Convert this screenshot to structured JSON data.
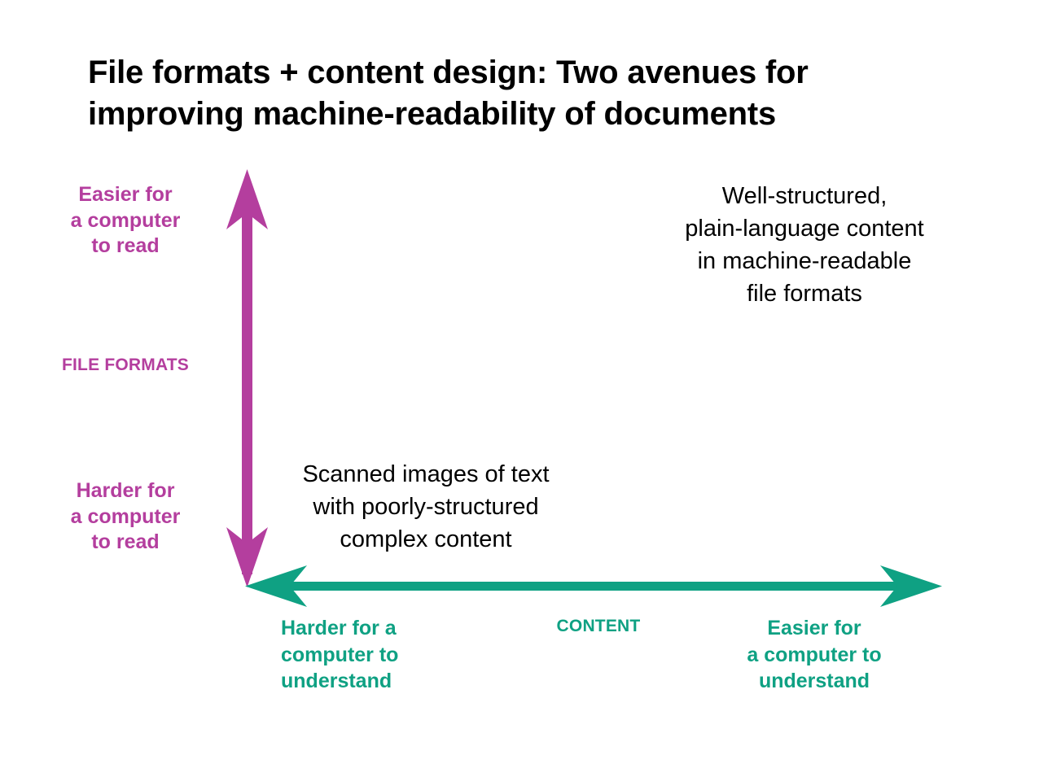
{
  "title": {
    "line1": "File formats + content design: Two avenues for",
    "line2": "improving machine-readability of documents"
  },
  "colors": {
    "file_formats_axis": "#B43E9E",
    "content_axis": "#0FA183",
    "text": "#000000",
    "background": "#FFFFFF"
  },
  "vertical_axis": {
    "name": "FILE FORMATS",
    "top_label": {
      "line1": "Easier for",
      "line2": "a computer",
      "line3": "to read"
    },
    "bottom_label": {
      "line1": "Harder for",
      "line2": "a computer",
      "line3": "to read"
    }
  },
  "horizontal_axis": {
    "name": "CONTENT",
    "left_label": {
      "line1": "Harder for a",
      "line2": "computer to",
      "line3": "understand"
    },
    "right_label": {
      "line1": "Easier for",
      "line2": "a computer to",
      "line3": "understand"
    }
  },
  "quadrants": {
    "upper_right": {
      "line1": "Well-structured,",
      "line2": "plain-language content",
      "line3": "in machine-readable",
      "line4": "file formats"
    },
    "lower_left": {
      "line1": "Scanned images of text",
      "line2": "with poorly-structured",
      "line3": "complex content"
    }
  }
}
